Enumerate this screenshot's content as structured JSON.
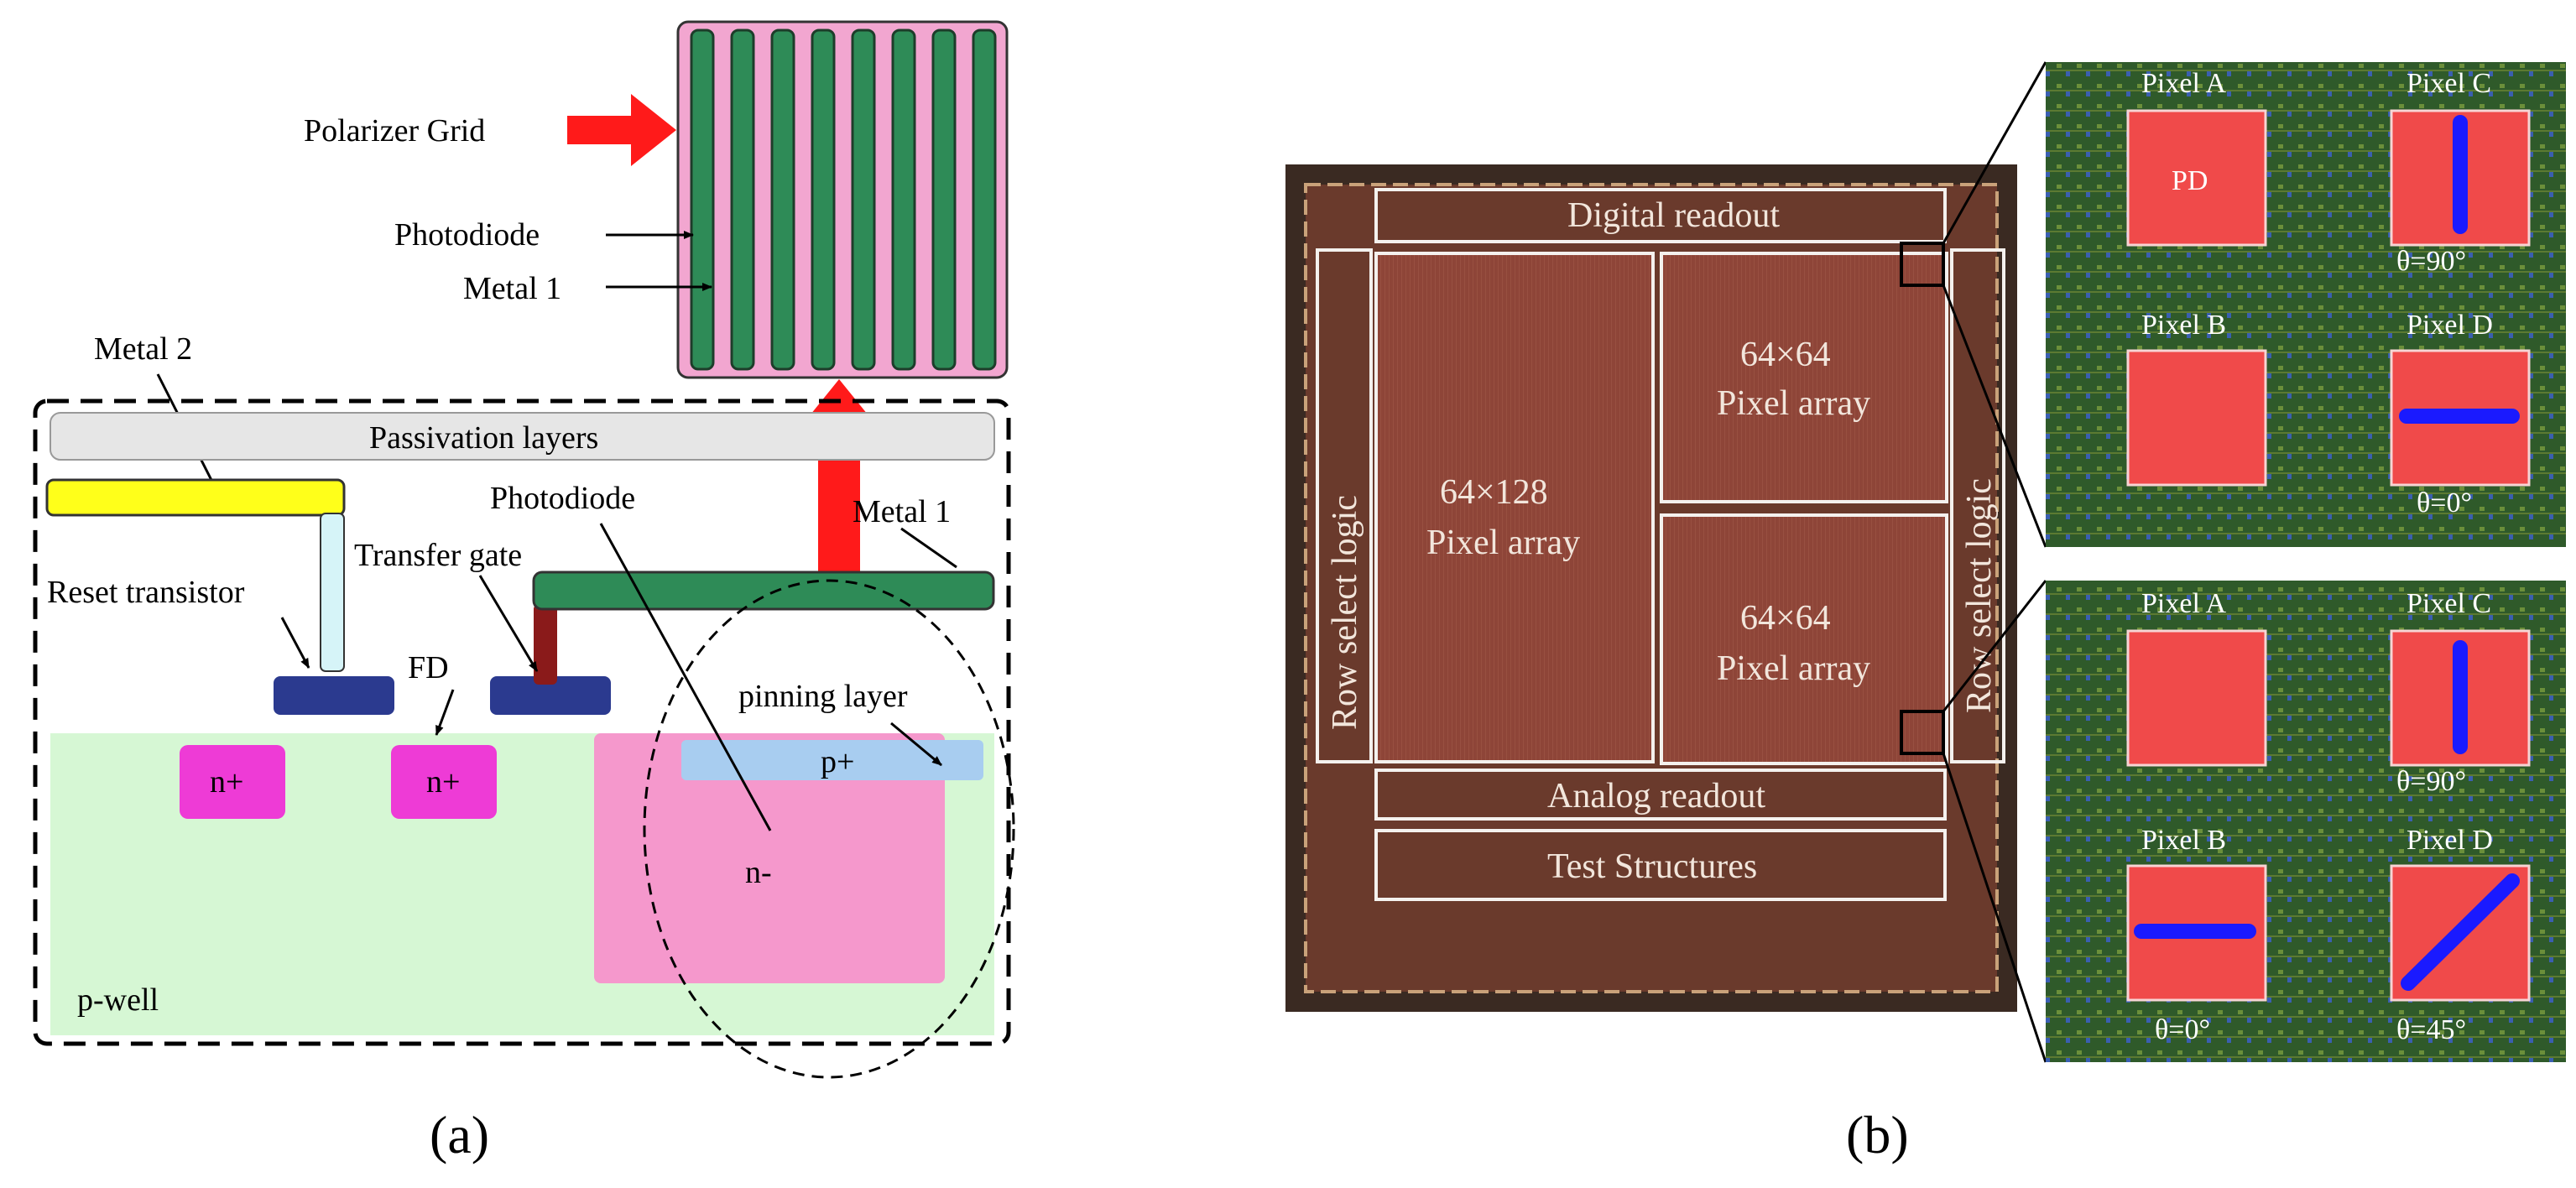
{
  "panel_a": {
    "caption": "(a)",
    "polarizer_grid": "Polarizer Grid",
    "photodiode_top": "Photodiode",
    "metal1_top": "Metal 1",
    "metal2": "Metal 2",
    "passivation": "Passivation layers",
    "photodiode": "Photodiode",
    "metal1": "Metal 1",
    "reset_transistor": "Reset transistor",
    "transfer_gate": "Transfer gate",
    "fd": "FD",
    "pinning_layer": "pinning layer",
    "n_plus_1": "n+",
    "n_plus_2": "n+",
    "p_plus": "p+",
    "n_minus": "n-",
    "p_well": "p-well"
  },
  "panel_b": {
    "caption": "(b)",
    "digital_readout": "Digital readout",
    "row_select_left": "Row select logic",
    "row_select_right": "Row select logic",
    "array_large_size": "64×128",
    "array_large_label": "Pixel array",
    "array_top_size": "64×64",
    "array_top_label": "Pixel array",
    "array_bottom_size": "64×64",
    "array_bottom_label": "Pixel array",
    "analog_readout": "Analog readout",
    "test_structures": "Test Structures",
    "top_group": {
      "pixel_a": "Pixel A",
      "pixel_b": "Pixel B",
      "pixel_c": "Pixel C",
      "pixel_d": "Pixel D",
      "pd": "PD",
      "theta_c": "θ=90°",
      "theta_d": "θ=0°"
    },
    "bottom_group": {
      "pixel_a": "Pixel A",
      "pixel_b": "Pixel B",
      "pixel_c": "Pixel C",
      "pixel_d": "Pixel D",
      "theta_b": "θ=0°",
      "theta_c": "θ=90°",
      "theta_d": "θ=45°"
    }
  },
  "colors": {
    "polarizer_pink": "#f2a6d0",
    "metal_green": "#2e8b57",
    "arrow_red": "#ff1a1a",
    "passivation_gray": "#e6e6e6",
    "metal2_yellow": "#ffff1a",
    "gate_navy": "#2b3a8f",
    "nplus_magenta": "#ee3bd6",
    "pplus_blue": "#a8cdf0",
    "nminus_pink": "#f598cc",
    "pwell_green": "#d6f7d4",
    "chip_brown": "#8a4a3a",
    "pixel_red": "#f04a4a",
    "wire_blue": "#1a1aff"
  }
}
